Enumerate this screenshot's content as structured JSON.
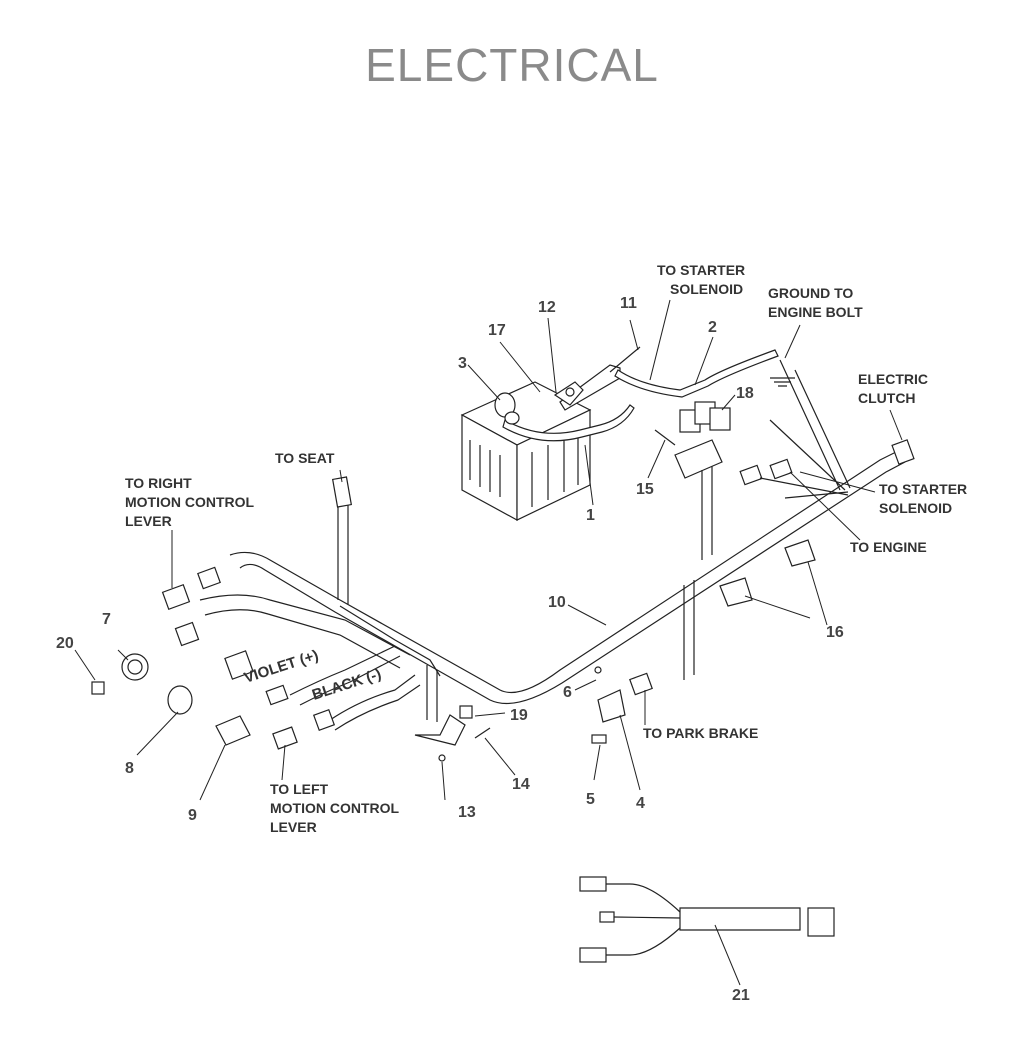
{
  "title": "ELECTRICAL",
  "labels": {
    "to_starter_solenoid_top": [
      "TO STARTER",
      "SOLENOID"
    ],
    "ground_to_engine_bolt": [
      "GROUND TO",
      "ENGINE BOLT"
    ],
    "electric_clutch": [
      "ELECTRIC",
      "CLUTCH"
    ],
    "to_starter_solenoid_right": [
      "TO STARTER",
      "SOLENOID"
    ],
    "to_engine": "TO ENGINE",
    "to_seat": "TO SEAT",
    "to_right_motion_control_lever": [
      "TO RIGHT",
      "MOTION CONTROL",
      "LEVER"
    ],
    "violet": "VIOLET (+)",
    "black": "BLACK (-)",
    "to_left_motion_control_lever": [
      "TO LEFT",
      "MOTION CONTROL",
      "LEVER"
    ],
    "to_park_brake": "TO PARK BRAKE"
  },
  "callouts": [
    "1",
    "2",
    "3",
    "4",
    "5",
    "6",
    "7",
    "8",
    "9",
    "10",
    "11",
    "12",
    "13",
    "14",
    "15",
    "16",
    "17",
    "18",
    "19",
    "20",
    "21"
  ]
}
